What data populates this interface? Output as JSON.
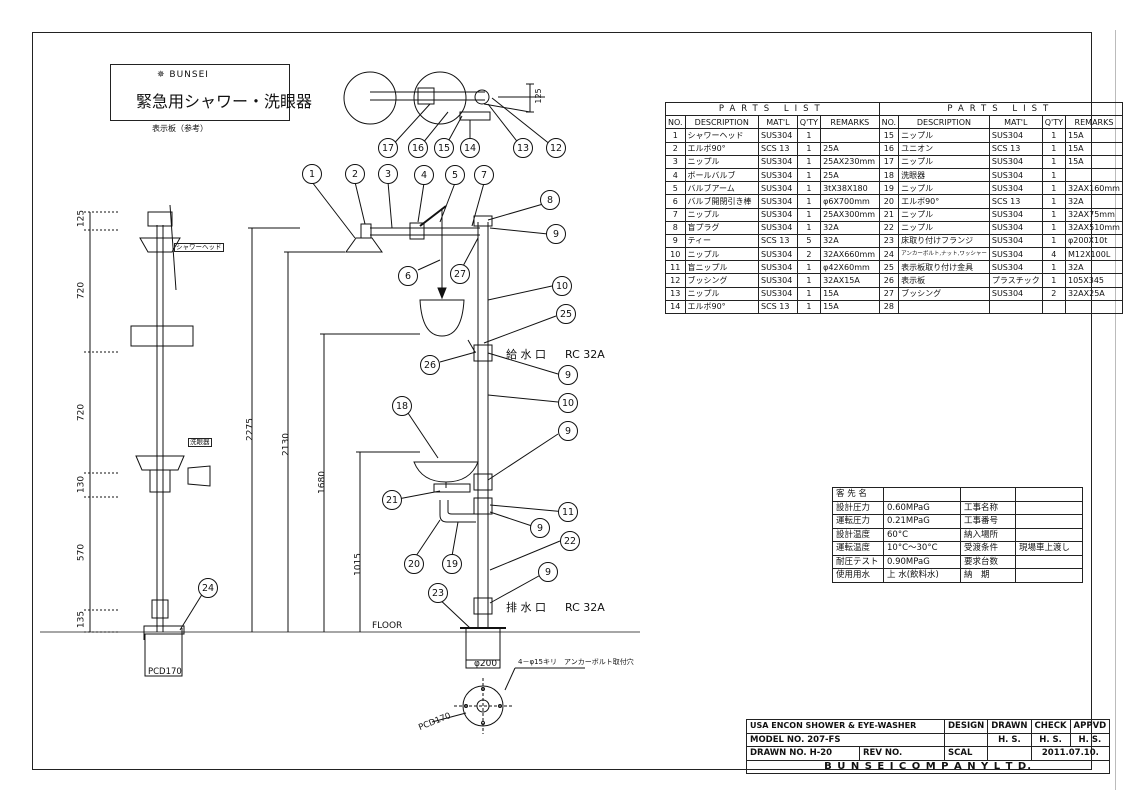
{
  "title_box": {
    "brand": "BUNSEI",
    "product_title": "緊急用シャワー・洗眼器",
    "sub_label": "表示板（参考）"
  },
  "side_elevation": {
    "dims": [
      "125",
      "720",
      "720",
      "130",
      "570",
      "135"
    ],
    "pcd_label": "PCD170",
    "shower_tag": "シャワーヘッド",
    "eye_tag": "洗眼器"
  },
  "front_elevation": {
    "dims": [
      "2275",
      "2130",
      "1680",
      "1015"
    ],
    "floor_label": "FLOOR",
    "supply_label": "給 水 口",
    "supply_spec": "RC 32A",
    "drain_label": "排 水 口",
    "drain_spec": "RC 32A",
    "base_dia": "φ200",
    "anchor_note": "4－φ15キリ　アンカーボルト取付穴",
    "pcd_label": "PCD170"
  },
  "top_view": {
    "dim": "125"
  },
  "balloons": [
    "1",
    "2",
    "3",
    "4",
    "5",
    "7",
    "8",
    "9",
    "10",
    "25",
    "6",
    "27",
    "26",
    "9",
    "10",
    "9",
    "18",
    "21",
    "11",
    "9",
    "22",
    "20",
    "19",
    "9",
    "23",
    "24",
    "17",
    "16",
    "15",
    "14",
    "13",
    "12"
  ],
  "parts_list": {
    "title": "PARTS LIST",
    "headers": [
      "NO.",
      "DESCRIPTION",
      "MAT'L",
      "Q'TY",
      "REMARKS"
    ],
    "left": [
      [
        "1",
        "シャワーヘッド",
        "SUS304",
        "1",
        ""
      ],
      [
        "2",
        "エルボ90°",
        "SCS 13",
        "1",
        "25A"
      ],
      [
        "3",
        "ニップル",
        "SUS304",
        "1",
        "25AX230mm"
      ],
      [
        "4",
        "ボールバルブ",
        "SUS304",
        "1",
        "25A"
      ],
      [
        "5",
        "バルブアーム",
        "SUS304",
        "1",
        "3tX38X180"
      ],
      [
        "6",
        "バルブ開閉引き棒",
        "SUS304",
        "1",
        "φ6X700mm"
      ],
      [
        "7",
        "ニップル",
        "SUS304",
        "1",
        "25AX300mm"
      ],
      [
        "8",
        "盲プラグ",
        "SUS304",
        "1",
        "32A"
      ],
      [
        "9",
        "ティー",
        "SCS 13",
        "5",
        "32A"
      ],
      [
        "10",
        "ニップル",
        "SUS304",
        "2",
        "32AX660mm"
      ],
      [
        "11",
        "盲ニップル",
        "SUS304",
        "1",
        "φ42X60mm"
      ],
      [
        "12",
        "ブッシング",
        "SUS304",
        "1",
        "32AX15A"
      ],
      [
        "13",
        "ニップル",
        "SUS304",
        "1",
        "15A"
      ],
      [
        "14",
        "エルボ90°",
        "SCS 13",
        "1",
        "15A"
      ]
    ],
    "right": [
      [
        "15",
        "ニップル",
        "SUS304",
        "1",
        "15A"
      ],
      [
        "16",
        "ユニオン",
        "SCS 13",
        "1",
        "15A"
      ],
      [
        "17",
        "ニップル",
        "SUS304",
        "1",
        "15A"
      ],
      [
        "18",
        "洗眼器",
        "SUS304",
        "1",
        ""
      ],
      [
        "19",
        "ニップル",
        "SUS304",
        "1",
        "32AX160mm"
      ],
      [
        "20",
        "エルボ90°",
        "SCS 13",
        "1",
        "32A"
      ],
      [
        "21",
        "ニップル",
        "SUS304",
        "1",
        "32AX75mm"
      ],
      [
        "22",
        "ニップル",
        "SUS304",
        "1",
        "32AX510mm"
      ],
      [
        "23",
        "床取り付けフランジ",
        "SUS304",
        "1",
        "φ200X10t"
      ],
      [
        "24",
        "アンカーボルト,ナット,ワッシャー",
        "SUS304",
        "4",
        "M12X100L"
      ],
      [
        "25",
        "表示板取り付け金具",
        "SUS304",
        "1",
        "32A"
      ],
      [
        "26",
        "表示板",
        "プラスチック",
        "1",
        "105X345"
      ],
      [
        "27",
        "ブッシング",
        "SUS304",
        "2",
        "32AX25A"
      ],
      [
        "28",
        "",
        "",
        "",
        ""
      ]
    ]
  },
  "spec": {
    "rows": [
      [
        "客 先 名",
        "",
        "",
        ""
      ],
      [
        "設計圧力",
        "0.60MPaG",
        "工事名称",
        ""
      ],
      [
        "運転圧力",
        "0.21MPaG",
        "工事番号",
        ""
      ],
      [
        "設計温度",
        "60°C",
        "納入場所",
        ""
      ],
      [
        "運転温度",
        "10°C～30°C",
        "受渡条件",
        "現場車上渡し"
      ],
      [
        "耐圧テスト",
        "0.90MPaG",
        "要求台数",
        ""
      ],
      [
        "使用用水",
        "上 水(飲料水)",
        "納　期",
        ""
      ]
    ]
  },
  "title_block": {
    "product": "USA ENCON SHOWER & EYE-WASHER",
    "design": "DESIGN",
    "drawn": "DRAWN",
    "check": "CHECK",
    "appvd": "APPVD",
    "model": "MODEL NO. 207-FS",
    "drawn_by": "H. S.",
    "check_by": "H. S.",
    "appvd_by": "H. S.",
    "drawing_no": "DRAWN NO. H-20",
    "rev_no": "REV NO.",
    "scale": "SCAL",
    "date": "2011.07.10.",
    "company": "B U N S E I    C O M P A N Y    L T D."
  }
}
